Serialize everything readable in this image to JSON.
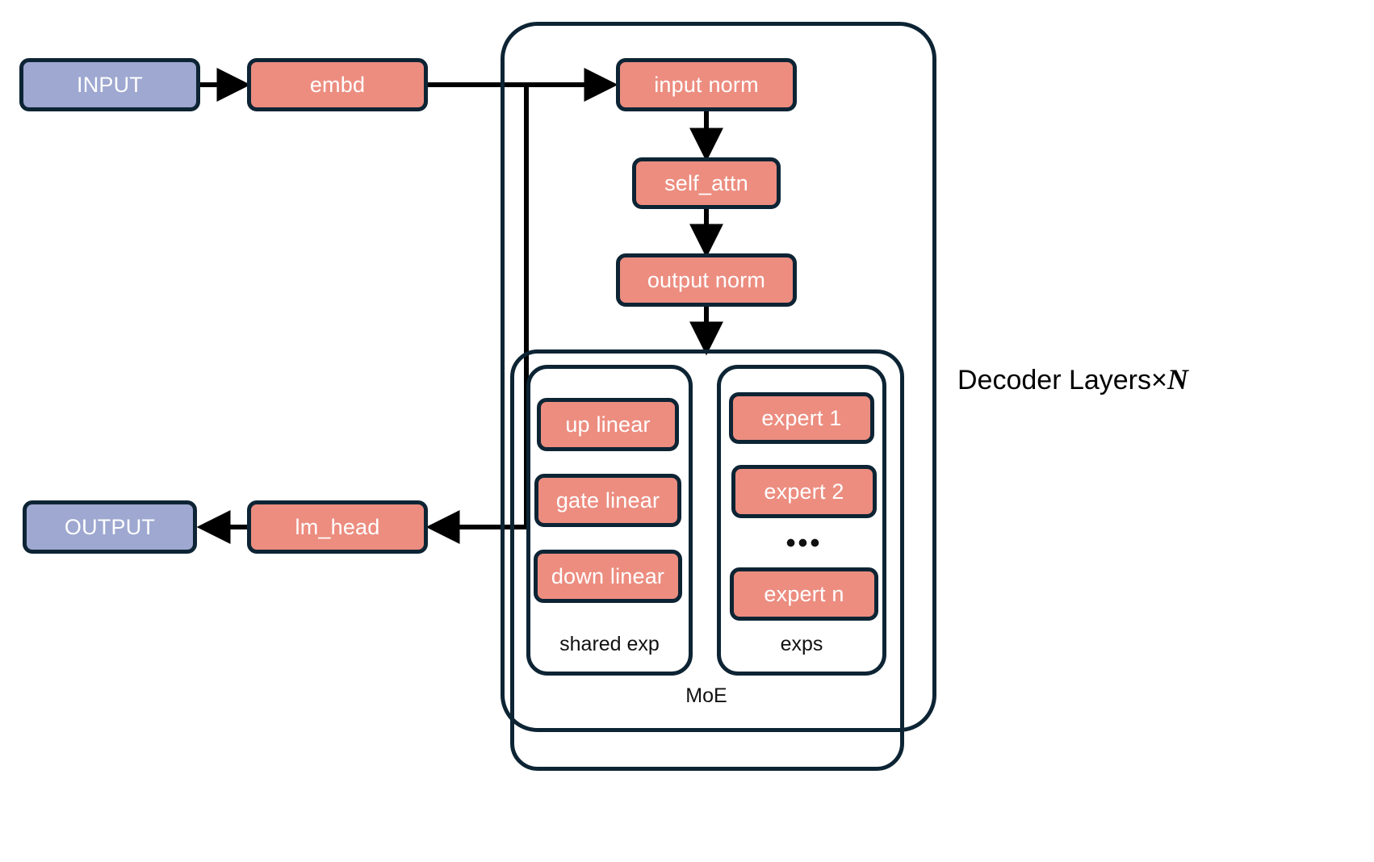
{
  "diagram": {
    "title": "MoE Decoder LLM architecture flow",
    "colors": {
      "stroke": "#0d2434",
      "expert_fill": "#ec8d80",
      "io_fill": "#9ea8d0",
      "label_text": "#111111",
      "node_text": "#ffffff",
      "background": "#ffffff"
    },
    "side_label": {
      "text": "Decoder Layers×",
      "variable": "N"
    },
    "flow_nodes": {
      "input": "INPUT",
      "embd": "embd",
      "input_norm": "input norm",
      "self_attn": "self_attn",
      "output_norm": "output norm",
      "lm_head": "lm_head",
      "output": "OUTPUT"
    },
    "groups": {
      "decoder_layers": "",
      "moe": "MoE",
      "shared_exp": "shared exp",
      "exps": "exps"
    },
    "shared_expert_blocks": [
      "up linear",
      "gate linear",
      "down linear"
    ],
    "experts": [
      "expert 1",
      "expert 2",
      "expert n"
    ],
    "experts_ellipsis": "•••",
    "edges": [
      {
        "from": "INPUT",
        "to": "embd"
      },
      {
        "from": "embd",
        "to": "input norm"
      },
      {
        "from": "input norm",
        "to": "self_attn"
      },
      {
        "from": "self_attn",
        "to": "output norm"
      },
      {
        "from": "output norm",
        "to": "MoE"
      },
      {
        "from": "MoE",
        "to": "lm_head"
      },
      {
        "from": "lm_head",
        "to": "OUTPUT"
      }
    ]
  }
}
